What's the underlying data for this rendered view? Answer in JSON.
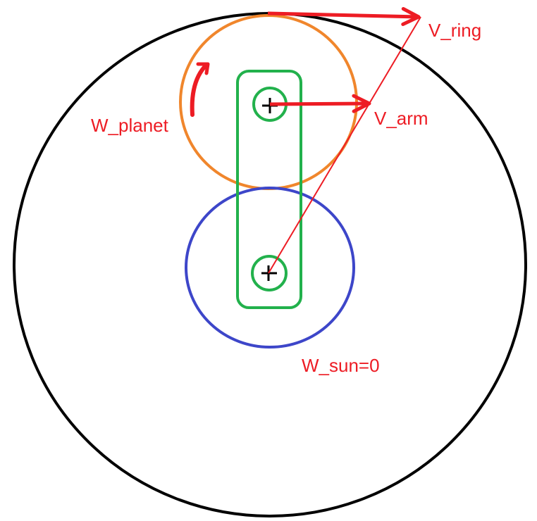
{
  "colors": {
    "background": "#ffffff",
    "ring_gear": "#000000",
    "planet_gear": "#f0862c",
    "sun_gear": "#3d46c9",
    "arm": "#22b14c",
    "vector": "#ed1c24",
    "pivot_mark": "#000000"
  },
  "labels": {
    "v_ring": "V_ring",
    "v_arm": "V_arm",
    "w_planet": "W_planet",
    "w_sun": "W_sun=0"
  }
}
